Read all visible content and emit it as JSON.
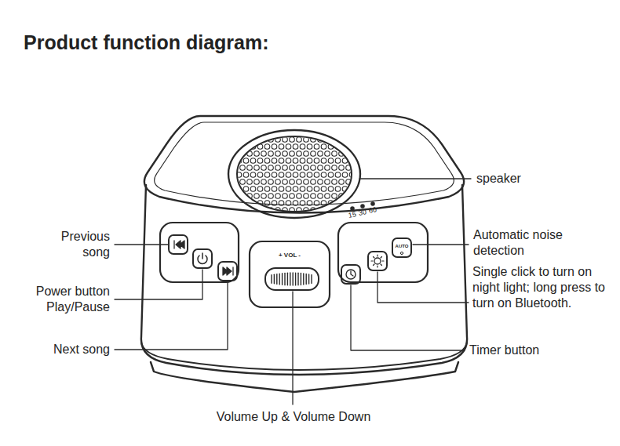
{
  "diagram": {
    "title": "Product function diagram:",
    "labels": [
      "speaker",
      "Previous song",
      "Automatic noise detection",
      "Single click to turn on night light; long press to turn on Bluetooth.",
      "Power button Play/Pause",
      "Next song",
      "Timer button",
      "Volume Up & Volume Down",
      "+ VOL -",
      "AUTO",
      "15",
      "30",
      "60"
    ]
  }
}
